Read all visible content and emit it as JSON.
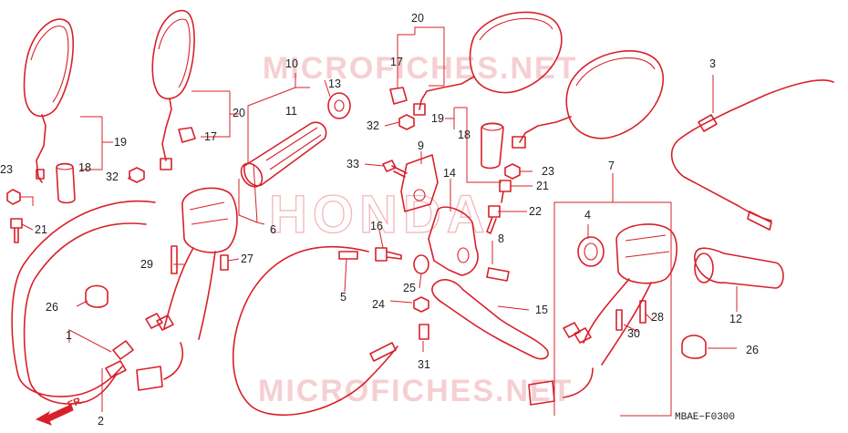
{
  "watermarks": {
    "top": "MICROFICHES.NET",
    "center": "HONDA",
    "bottom": "MICROFICHES.NET"
  },
  "diagram_code": "MBAE−F0300",
  "front_indicator": "FR.",
  "callouts": [
    {
      "id": "c1",
      "label": "1"
    },
    {
      "id": "c2",
      "label": "2"
    },
    {
      "id": "c3",
      "label": "3"
    },
    {
      "id": "c4",
      "label": "4"
    },
    {
      "id": "c5",
      "label": "5"
    },
    {
      "id": "c6",
      "label": "6"
    },
    {
      "id": "c7",
      "label": "7"
    },
    {
      "id": "c8",
      "label": "8"
    },
    {
      "id": "c9",
      "label": "9"
    },
    {
      "id": "c10",
      "label": "10"
    },
    {
      "id": "c11",
      "label": "11"
    },
    {
      "id": "c12",
      "label": "12"
    },
    {
      "id": "c13",
      "label": "13"
    },
    {
      "id": "c14",
      "label": "14"
    },
    {
      "id": "c15",
      "label": "15"
    },
    {
      "id": "c16",
      "label": "16"
    },
    {
      "id": "c17a",
      "label": "17"
    },
    {
      "id": "c17b",
      "label": "17"
    },
    {
      "id": "c18a",
      "label": "18"
    },
    {
      "id": "c18b",
      "label": "18"
    },
    {
      "id": "c19a",
      "label": "19"
    },
    {
      "id": "c19b",
      "label": "19"
    },
    {
      "id": "c20a",
      "label": "20"
    },
    {
      "id": "c20b",
      "label": "20"
    },
    {
      "id": "c21a",
      "label": "21"
    },
    {
      "id": "c21b",
      "label": "21"
    },
    {
      "id": "c22",
      "label": "22"
    },
    {
      "id": "c23a",
      "label": "23"
    },
    {
      "id": "c23b",
      "label": "23"
    },
    {
      "id": "c24",
      "label": "24"
    },
    {
      "id": "c25",
      "label": "25"
    },
    {
      "id": "c26a",
      "label": "26"
    },
    {
      "id": "c26b",
      "label": "26"
    },
    {
      "id": "c27",
      "label": "27"
    },
    {
      "id": "c28",
      "label": "28"
    },
    {
      "id": "c29",
      "label": "29"
    },
    {
      "id": "c30",
      "label": "30"
    },
    {
      "id": "c31",
      "label": "31"
    },
    {
      "id": "c32a",
      "label": "32"
    },
    {
      "id": "c32b",
      "label": "32"
    },
    {
      "id": "c33",
      "label": "33"
    }
  ],
  "colors": {
    "line": "#d8202a",
    "label": "#222222",
    "watermark": "#f6cfd2"
  }
}
